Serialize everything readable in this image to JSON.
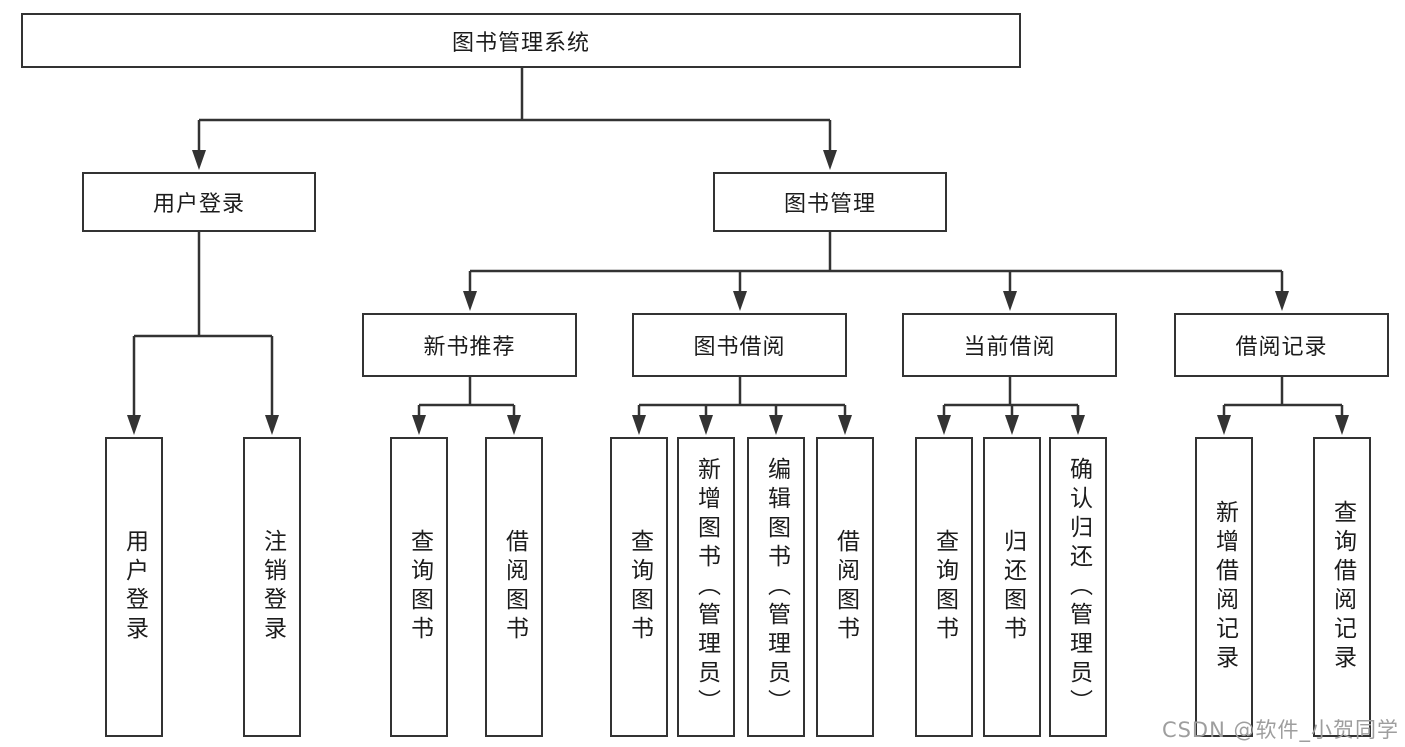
{
  "root": {
    "label": "图书管理系统"
  },
  "branches": {
    "user_login": {
      "label": "用户登录",
      "children": [
        {
          "label": "用户登录"
        },
        {
          "label": "注销登录"
        }
      ]
    },
    "book_management": {
      "label": "图书管理",
      "sections": {
        "new_book_recommend": {
          "label": "新书推荐",
          "children": [
            {
              "label": "查询图书"
            },
            {
              "label": "借阅图书"
            }
          ]
        },
        "book_borrowing": {
          "label": "图书借阅",
          "children": [
            {
              "label": "查询图书"
            },
            {
              "label": "新增图书（管理员）"
            },
            {
              "label": "编辑图书（管理员）"
            },
            {
              "label": "借阅图书"
            }
          ]
        },
        "current_borrowing": {
          "label": "当前借阅",
          "children": [
            {
              "label": "查询图书"
            },
            {
              "label": "归还图书"
            },
            {
              "label": "确认归还（管理员）"
            }
          ]
        },
        "borrowing_records": {
          "label": "借阅记录",
          "children": [
            {
              "label": "新增借阅记录"
            },
            {
              "label": "查询借阅记录"
            }
          ]
        }
      }
    }
  },
  "watermark": {
    "text": "CSDN @软件_小贺同学"
  },
  "colors": {
    "line": "#333333",
    "border": "#333333",
    "background": "#ffffff",
    "text": "#1c1c1c",
    "watermark": "#9e9e9e"
  }
}
